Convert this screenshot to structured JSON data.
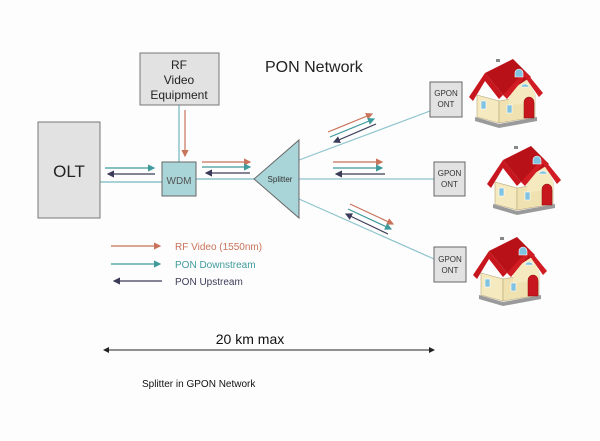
{
  "title": "PON Network",
  "caption": "Splitter in GPON Network",
  "distance_label": "20 km max",
  "nodes": {
    "olt": "OLT",
    "rf_video": [
      "RF",
      "Video",
      "Equipment"
    ],
    "wdm": "WDM",
    "splitter": "Splitter",
    "onts": [
      [
        "GPON",
        "ONT"
      ],
      [
        "GPON",
        "ONT"
      ],
      [
        "GPON",
        "ONT"
      ]
    ]
  },
  "legend": [
    {
      "label": "RF Video (1550nm)",
      "color": "#c8735a",
      "direction": "right"
    },
    {
      "label": "PON Downstream",
      "color": "#3f9a9c",
      "direction": "right"
    },
    {
      "label": "PON Upstream",
      "color": "#3c3c5a",
      "direction": "left"
    }
  ],
  "colors": {
    "fiber": "#8cc3cc",
    "box_gray": "#e2e2e2",
    "box_teal": "#a9d4d8",
    "rf": "#c8735a",
    "down": "#3f9a9c",
    "up": "#3c3c5a"
  }
}
